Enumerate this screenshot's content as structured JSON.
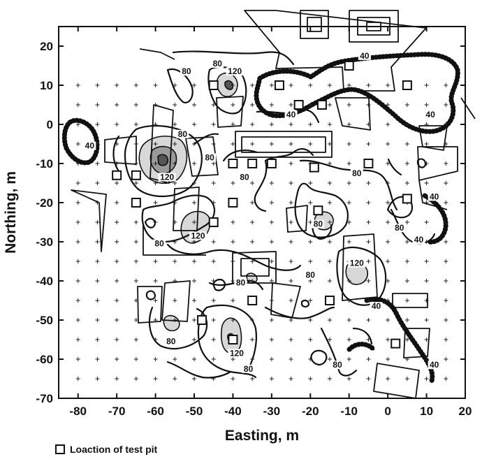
{
  "chart_data": {
    "type": "contour",
    "xlabel": "Easting, m",
    "ylabel": "Northing, m",
    "xlim": [
      -85,
      20
    ],
    "ylim": [
      -70,
      25
    ],
    "xticks": [
      -80,
      -70,
      -60,
      -50,
      -40,
      -30,
      -20,
      -10,
      0,
      10,
      20
    ],
    "yticks": [
      -70,
      -60,
      -50,
      -40,
      -30,
      -20,
      -10,
      0,
      10,
      20
    ],
    "legend": {
      "label": "Loaction of test pit",
      "symbol": "open-square",
      "position": "bottom-left"
    },
    "contour_labels": [
      {
        "text": "80",
        "x": -52,
        "y": 13
      },
      {
        "text": "80",
        "x": -44,
        "y": 15
      },
      {
        "text": "120",
        "x": -39.5,
        "y": 13
      },
      {
        "text": "40",
        "x": -6,
        "y": 17
      },
      {
        "text": "40",
        "x": -25,
        "y": 2
      },
      {
        "text": "40",
        "x": 11,
        "y": 2
      },
      {
        "text": "40",
        "x": -77,
        "y": -6
      },
      {
        "text": "80",
        "x": -53,
        "y": -3
      },
      {
        "text": "80",
        "x": -46,
        "y": -9
      },
      {
        "text": "120",
        "x": -57,
        "y": -14
      },
      {
        "text": "80",
        "x": -37,
        "y": -14
      },
      {
        "text": "80",
        "x": -8,
        "y": -13
      },
      {
        "text": "40",
        "x": 12,
        "y": -19
      },
      {
        "text": "80",
        "x": 3,
        "y": -27
      },
      {
        "text": "80",
        "x": -18,
        "y": -26
      },
      {
        "text": "120",
        "x": -49,
        "y": -29
      },
      {
        "text": "80",
        "x": -59,
        "y": -31
      },
      {
        "text": "40",
        "x": 8,
        "y": -30
      },
      {
        "text": "120",
        "x": -8,
        "y": -36
      },
      {
        "text": "80",
        "x": -38,
        "y": -41
      },
      {
        "text": "80",
        "x": -20,
        "y": -39
      },
      {
        "text": "40",
        "x": -3,
        "y": -47
      },
      {
        "text": "80",
        "x": -56,
        "y": -56
      },
      {
        "text": "120",
        "x": -39,
        "y": -59
      },
      {
        "text": "80",
        "x": -36,
        "y": -63
      },
      {
        "text": "80",
        "x": -13,
        "y": -62
      },
      {
        "text": "40",
        "x": 12,
        "y": -62
      }
    ],
    "test_pits": [
      [
        -45,
        10
      ],
      [
        -28,
        10
      ],
      [
        -23,
        5
      ],
      [
        -17,
        5
      ],
      [
        -10,
        15
      ],
      [
        5,
        10
      ],
      [
        -40,
        -10
      ],
      [
        -35,
        -10
      ],
      [
        -30,
        -10
      ],
      [
        -19,
        -11
      ],
      [
        -5,
        -10
      ],
      [
        -70,
        -13
      ],
      [
        -65,
        -13
      ],
      [
        -65,
        -20
      ],
      [
        -40,
        -20
      ],
      [
        5,
        -19
      ],
      [
        -18,
        -22
      ],
      [
        -45,
        -25
      ],
      [
        -35,
        -45
      ],
      [
        -15,
        -45
      ],
      [
        -48,
        -50
      ],
      [
        -40,
        -55
      ],
      [
        2,
        -56
      ]
    ]
  }
}
